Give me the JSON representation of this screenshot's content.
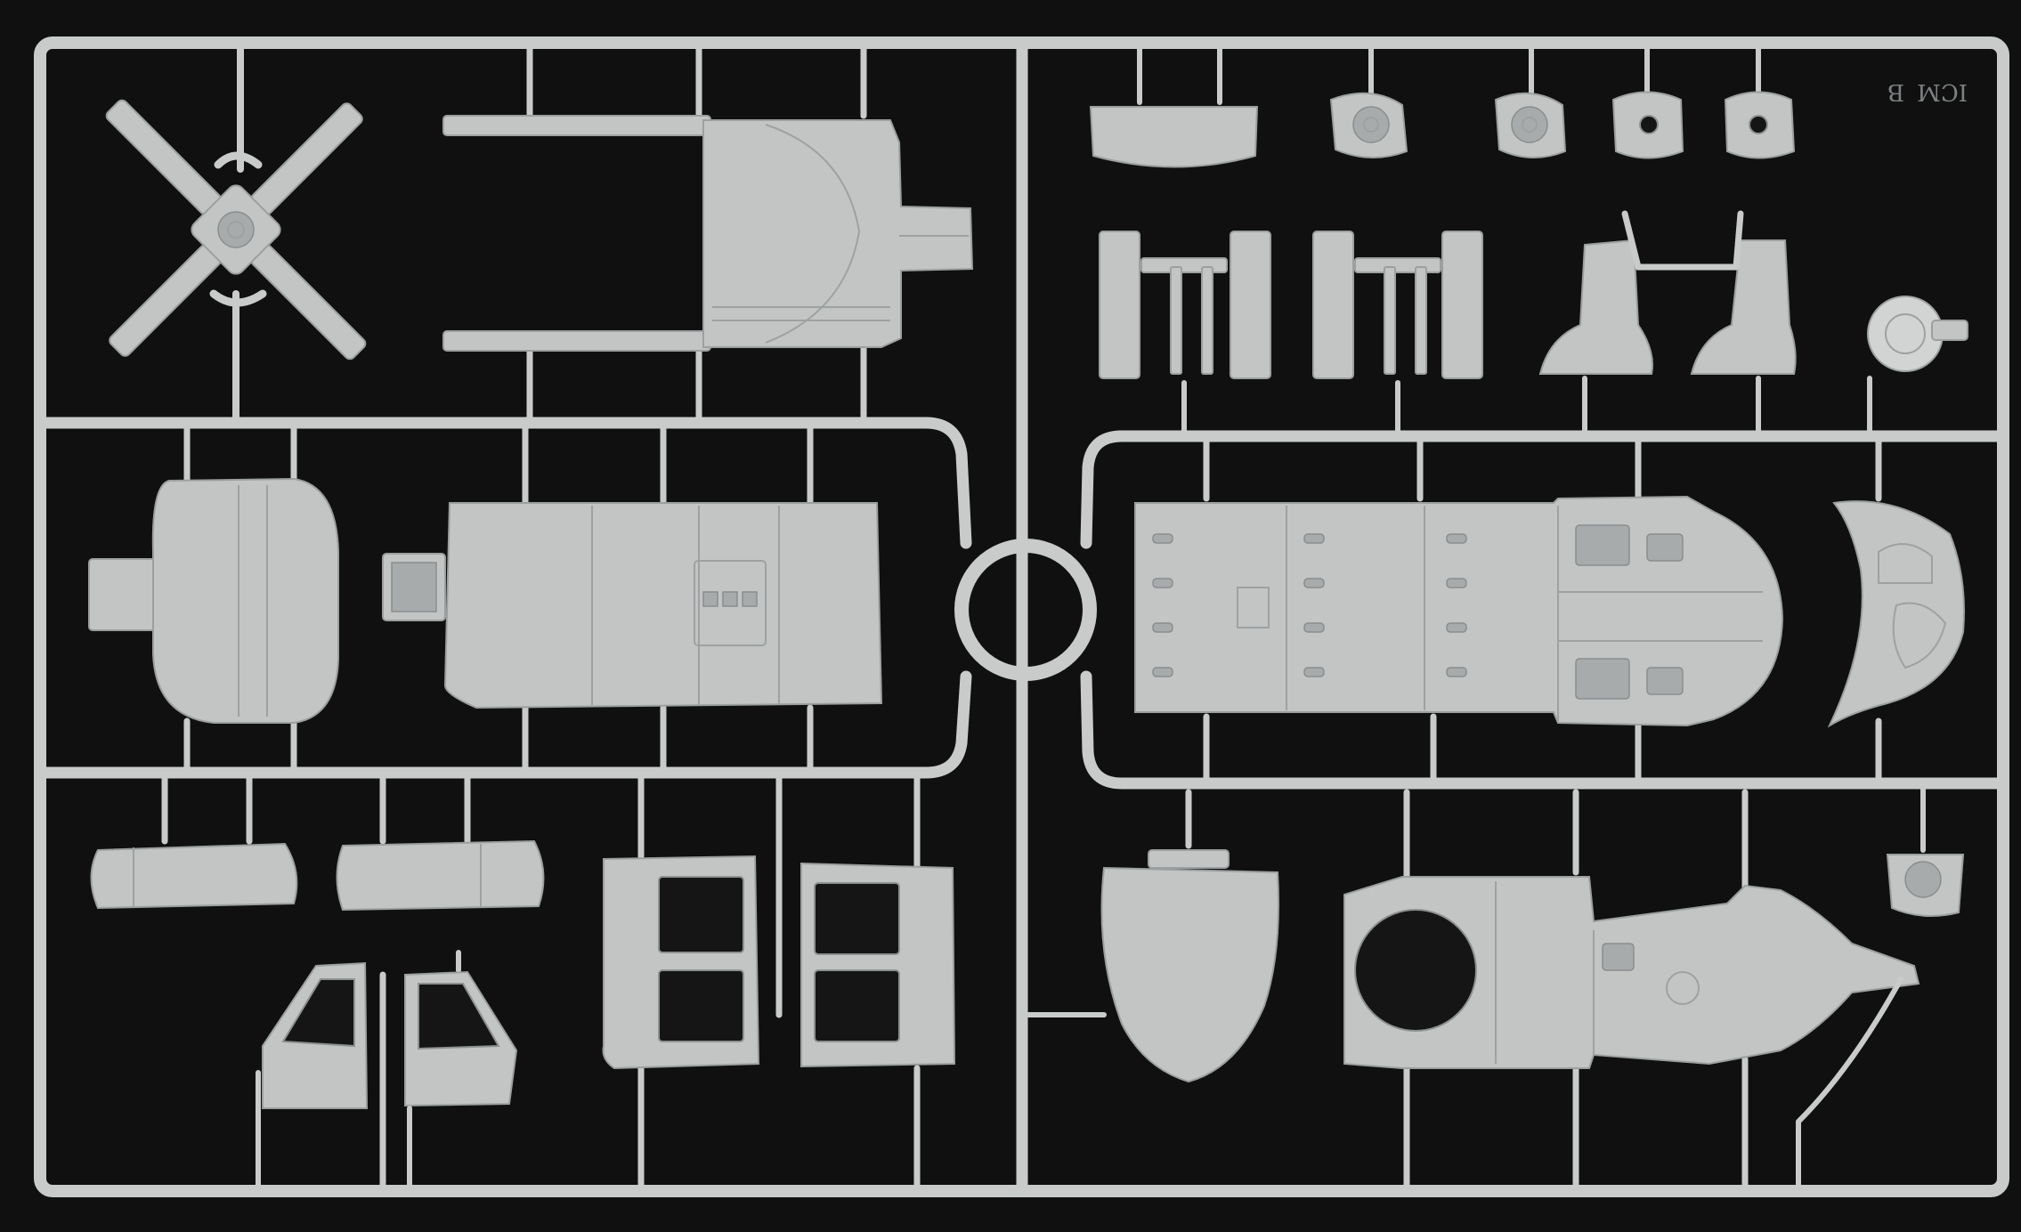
{
  "photo": {
    "background_color": "#101010",
    "plastic_color": "#c6c8c8",
    "subject": "sprue-frame"
  },
  "markings": {
    "sprue_letter": "B",
    "brand": "ICM"
  }
}
